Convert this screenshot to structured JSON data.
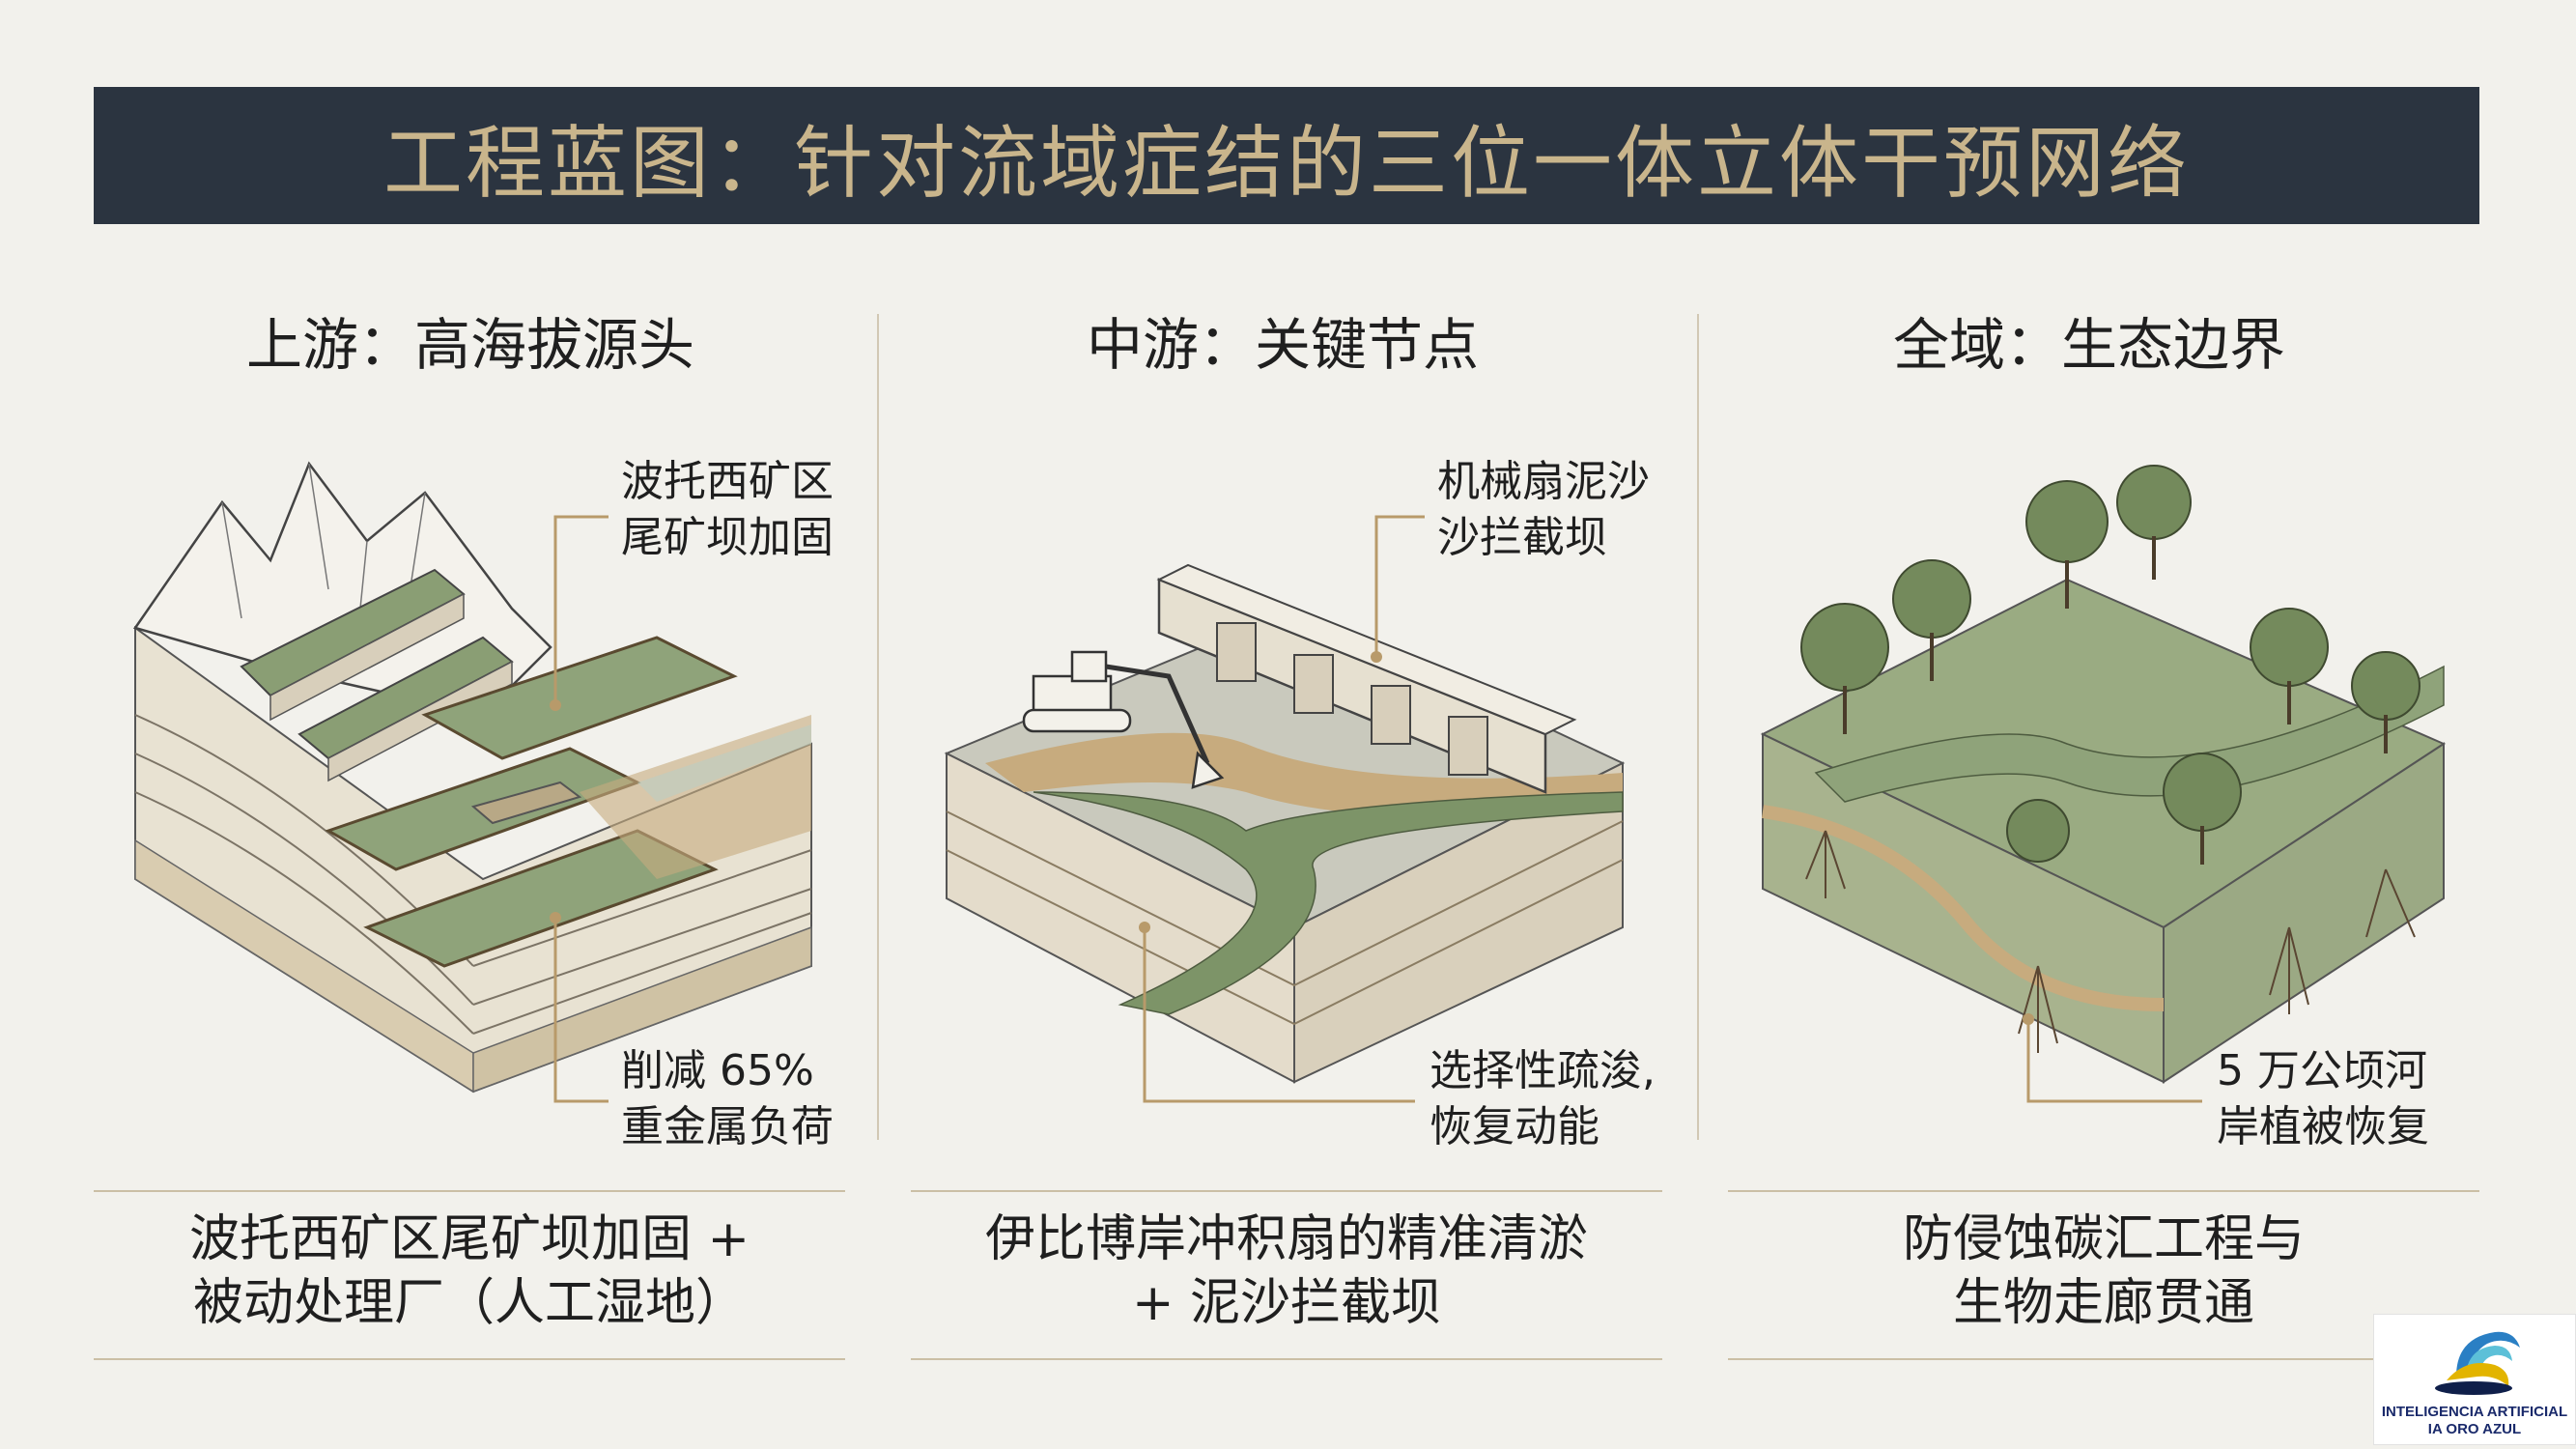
{
  "title": "工程蓝图：针对流域症结的三位一体立体干预网络",
  "columns": [
    {
      "heading": "上游：高海拔源头",
      "callouts": [
        {
          "line1": "波托西矿区",
          "line2": "尾矿坝加固"
        },
        {
          "line1": "削减 65%",
          "line2": "重金属负荷"
        }
      ],
      "caption": {
        "line1": "波托西矿区尾矿坝加固 +",
        "line2": "被动处理厂（人工湿地）"
      }
    },
    {
      "heading": "中游：关键节点",
      "callouts": [
        {
          "line1": "机械扇泥沙",
          "line2": "沙拦截坝"
        },
        {
          "line1": "选择性疏浚,",
          "line2": "恢复动能"
        }
      ],
      "caption": {
        "line1": "伊比博岸冲积扇的精准清淤",
        "line2": "+ 泥沙拦截坝"
      }
    },
    {
      "heading": "全域：生态边界",
      "callouts": [
        {
          "line1": "5 万公顷河",
          "line2": "岸植被恢复"
        }
      ],
      "caption": {
        "line1": "防侵蚀碳汇工程与",
        "line2": "生物走廊贯通"
      }
    }
  ],
  "logo": {
    "line1": "INTELIGENCIA ARTIFICIAL",
    "line2": "IA ORO AZUL"
  },
  "colors": {
    "title_bar": "#2b3440",
    "title_text": "#c9b58c",
    "background": "#f2f1ec",
    "terrain_green": "#8a9e74",
    "sediment": "#c7ab7e",
    "leader_line": "#b89a6a"
  }
}
